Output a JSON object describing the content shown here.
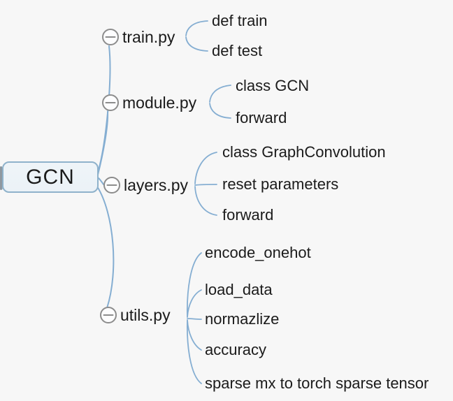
{
  "root": {
    "label": "GCN"
  },
  "branches": [
    {
      "label": "train.py",
      "icon": "minus-circle-icon",
      "children": [
        "def train",
        "def test"
      ]
    },
    {
      "label": "module.py",
      "icon": "minus-circle-icon",
      "children": [
        "class GCN",
        "forward"
      ]
    },
    {
      "label": "layers.py",
      "icon": "minus-circle-icon",
      "children": [
        "class GraphConvolution",
        "reset parameters",
        "forward"
      ]
    },
    {
      "label": "utils.py",
      "icon": "minus-circle-icon",
      "children": [
        "encode_onehot",
        "load_data",
        "normazlize",
        "accuracy",
        "sparse mx to torch sparse tensor"
      ]
    }
  ],
  "colors": {
    "background": "#f7f7f7",
    "line": "#85aed2",
    "node_border": "#8fb2cb",
    "node_fill": "#ebf2f7",
    "icon_stroke": "#8c8c8c",
    "text": "#1b1b1b"
  }
}
